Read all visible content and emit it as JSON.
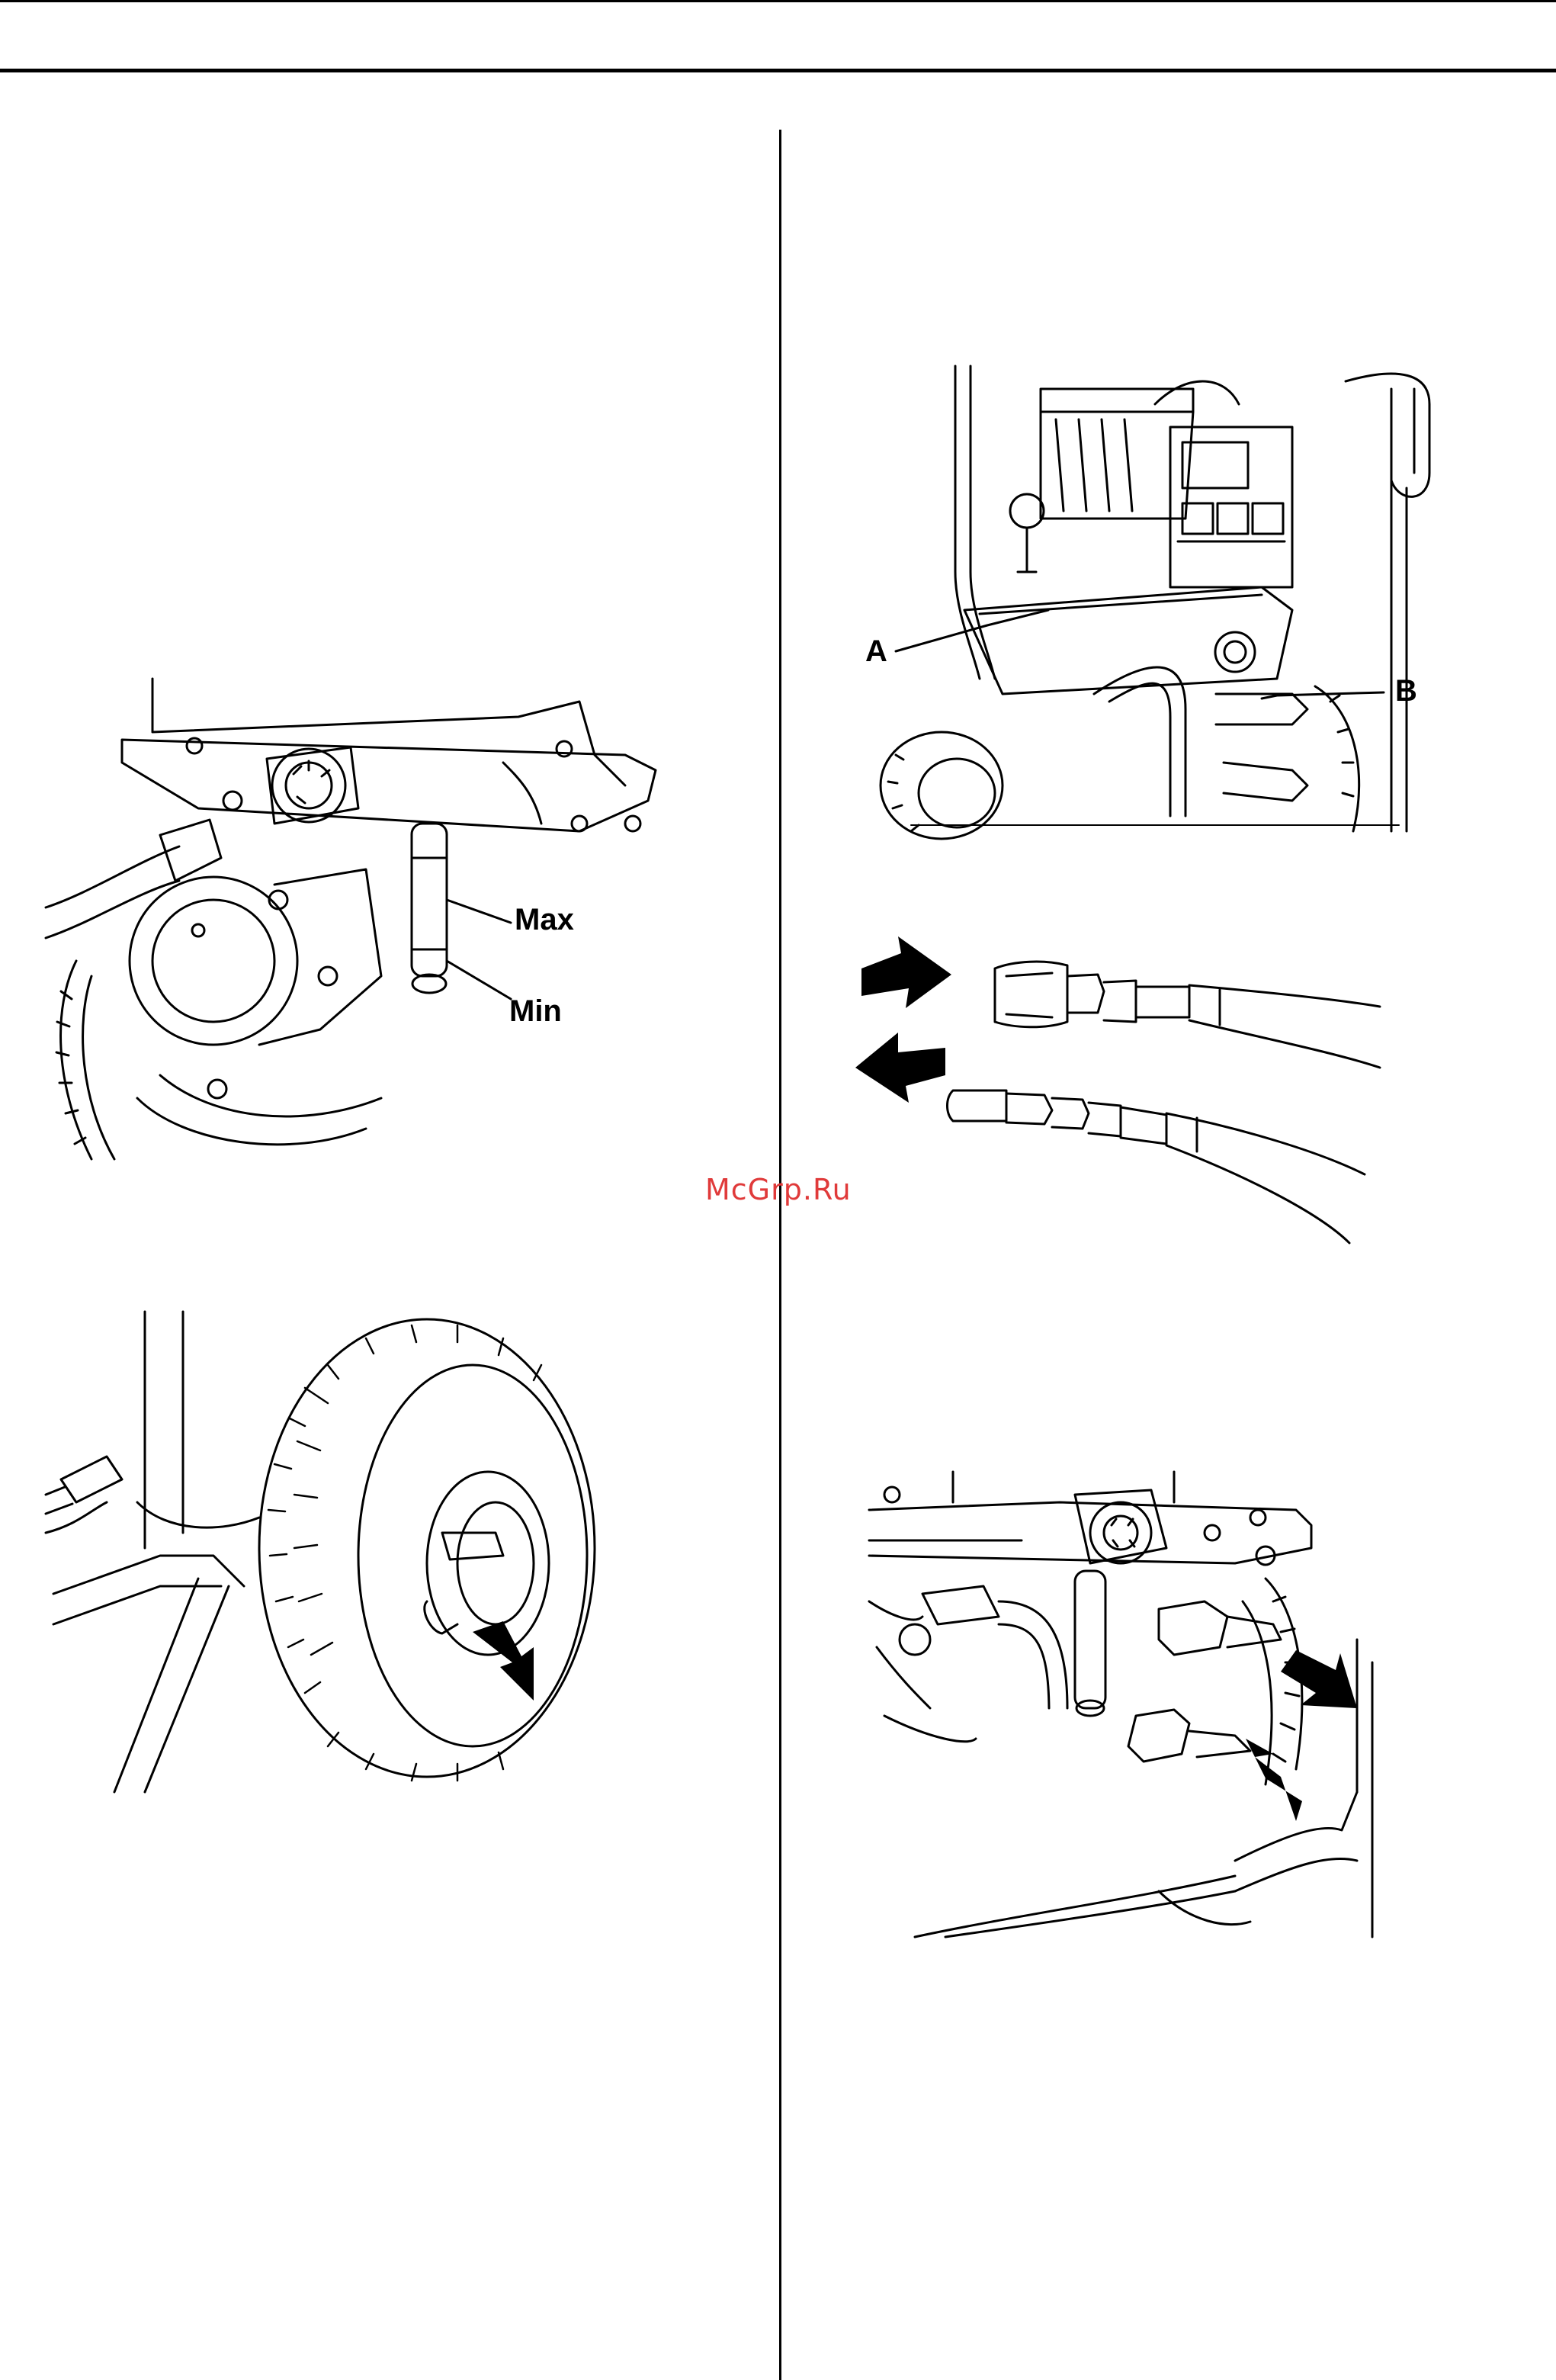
{
  "figures": {
    "oil_level": {
      "labels": {
        "max": "Max",
        "min": "Min"
      }
    },
    "pump_connections": {
      "labels": {
        "a": "A",
        "b": "B"
      }
    },
    "wheel_valve": {},
    "hose_couplings": {},
    "frame_couplings": {}
  },
  "watermark": {
    "text": "McGrp.Ru"
  },
  "colors": {
    "ink": "#000000",
    "paper": "#ffffff",
    "watermark": "#e03a3a"
  }
}
